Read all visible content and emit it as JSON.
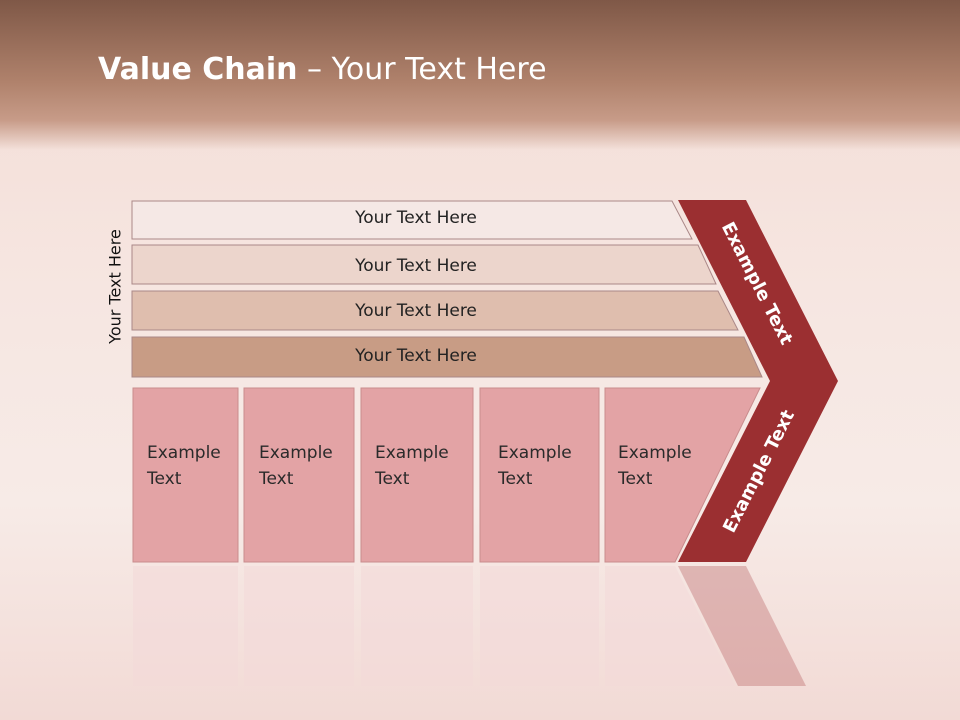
{
  "slide": {
    "title_bold": "Value Chain",
    "title_rest": " – Your Text Here",
    "side_label": "Your Text Here",
    "rows": [
      {
        "label": "Your Text Here",
        "color": "#f5e8e5"
      },
      {
        "label": "Your Text Here",
        "color": "#ecd5cc"
      },
      {
        "label": "Your Text Here",
        "color": "#dfbeae"
      },
      {
        "label": "Your Text Here",
        "color": "#c89c85"
      }
    ],
    "boxes": [
      {
        "line1": "Example",
        "line2": "Text"
      },
      {
        "line1": "Example",
        "line2": "Text"
      },
      {
        "line1": "Example",
        "line2": "Text"
      },
      {
        "line1": "Example",
        "line2": "Text"
      },
      {
        "line1": "Example",
        "line2": "Text"
      }
    ],
    "chevron_top_label": "Example Text",
    "chevron_bottom_label": "Example Text",
    "colors": {
      "chevron": "#9b2f31",
      "box": "#e3a3a5",
      "box_border": "#c98c8d"
    }
  }
}
